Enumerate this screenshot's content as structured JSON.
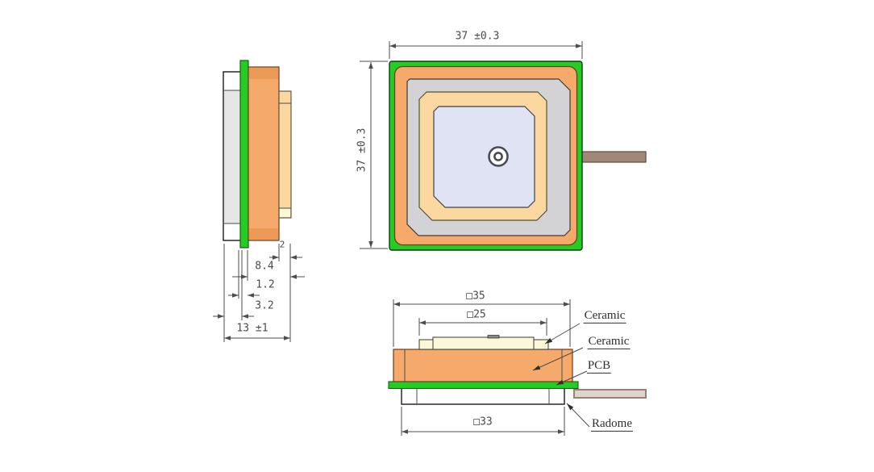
{
  "drawing": {
    "type": "patch antenna mechanical drawing, three orthographic views"
  },
  "colors": {
    "pcb_green": "#24cd24",
    "pcb_green_edge": "#146014",
    "ceramic_orange": "#f5aa6c",
    "ceramic_orange_dark": "#ec9b56",
    "ceramic_orange_edge": "#6b3d1b",
    "ceramic_cream": "#fad8a0",
    "ceramic_pale": "#fbf8d8",
    "patch_blue": "#dfe3f3",
    "radome_gray": "#d3d3d6",
    "radome_gray_light": "#e6e6e6",
    "cable_brown": "#a08878",
    "cable_light": "#e0d5ca",
    "cable_edge": "#6a5048",
    "dim_line": "#4d4d4d",
    "dim_text": "#4a4a4a",
    "ink": "#2e2e2e",
    "outline": "#1a1a1a"
  },
  "side_view": {
    "dimensions": {
      "ceramic_top_thickness": "2",
      "ceramic_stack": "8.4",
      "pcb_thickness": "1.2",
      "radome_wall": "3.2",
      "total_height": "13 ±1"
    }
  },
  "top_view": {
    "width_dim": "37 ±0.3",
    "height_dim": "37 ±0.3"
  },
  "bottom_view": {
    "body_width_dim": "□35",
    "patch_width_dim": "□25",
    "radome_width_dim": "□33"
  },
  "labels": {
    "ceramic_top": "Ceramic",
    "ceramic_main": "Ceramic",
    "pcb": "PCB",
    "radome": "Radome"
  }
}
